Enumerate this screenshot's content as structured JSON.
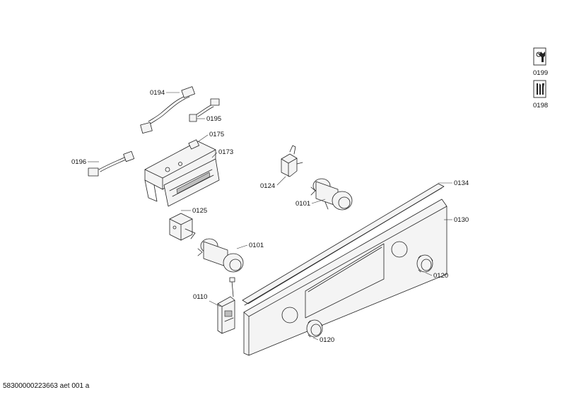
{
  "parts": [
    {
      "id": "p0194",
      "label": "0194"
    },
    {
      "id": "p0195",
      "label": "0195"
    },
    {
      "id": "p0175",
      "label": "0175"
    },
    {
      "id": "p0173",
      "label": "0173"
    },
    {
      "id": "p0196",
      "label": "0196"
    },
    {
      "id": "p0124",
      "label": "0124"
    },
    {
      "id": "p0101a",
      "label": "0101"
    },
    {
      "id": "p0134",
      "label": "0134"
    },
    {
      "id": "p0130",
      "label": "0130"
    },
    {
      "id": "p0125",
      "label": "0125"
    },
    {
      "id": "p0101b",
      "label": "0101"
    },
    {
      "id": "p0120a",
      "label": "0120"
    },
    {
      "id": "p0110",
      "label": "0110"
    },
    {
      "id": "p0120b",
      "label": "0120"
    }
  ],
  "side_icons": [
    {
      "id": "s0199",
      "label": "0199",
      "icon": "wrench-icon"
    },
    {
      "id": "s0198",
      "label": "0198",
      "icon": "tools-icon"
    }
  ],
  "footer": {
    "code": "58300000223663 aet 001 a"
  }
}
